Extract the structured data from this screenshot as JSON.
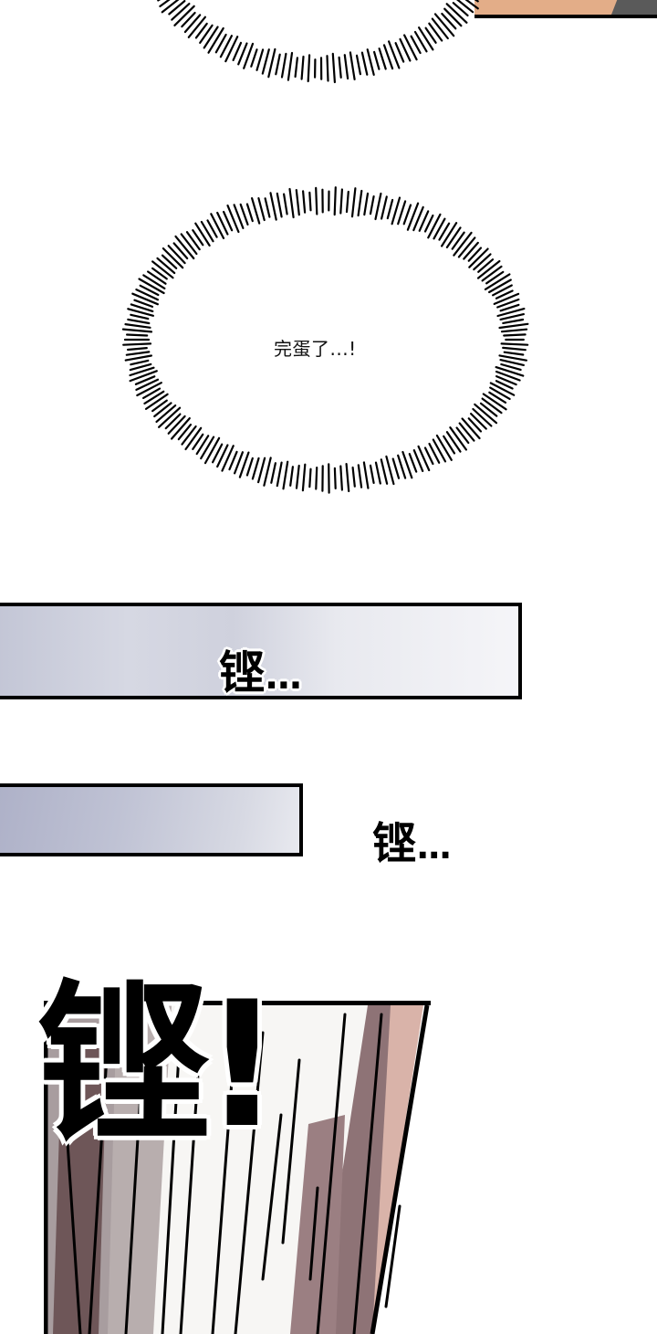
{
  "panels": {
    "top_partial": {
      "colors": {
        "skin": "#e3ad88",
        "dark": "#5a5a5a",
        "border": "#000000"
      }
    },
    "thought_bubble": {
      "text": "完蛋了...!"
    },
    "strip_1": {
      "sfx_char": "铿",
      "sfx_dots": "...",
      "gradient_start": "#c3c6d6",
      "gradient_end": "#f5f5f8"
    },
    "strip_2": {
      "gradient_start": "#aeb1c8",
      "gradient_end": "#e8e9ef"
    },
    "sfx_2": {
      "sfx_char": "铿",
      "sfx_dots": "..."
    },
    "bottom_panel": {
      "sfx_big": "铿!",
      "colors": {
        "dark_mauve": "#6e5658",
        "mid_gray": "#a89d9f",
        "light": "#f7f6f4",
        "pink": "#d9b3a9"
      }
    }
  }
}
